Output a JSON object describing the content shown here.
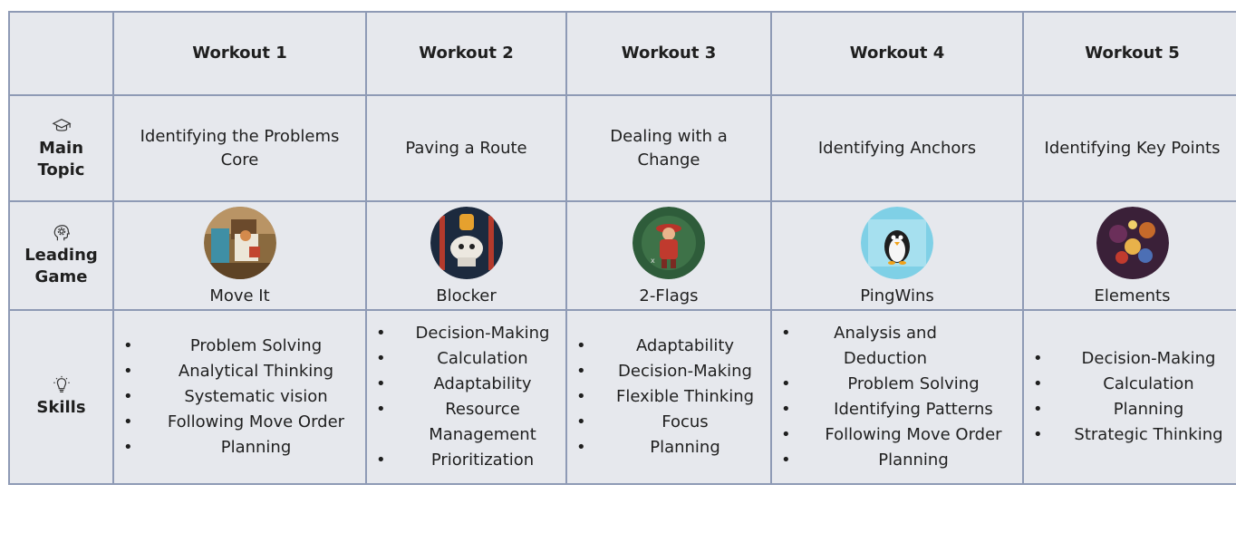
{
  "columns": [
    "",
    "Workout 1",
    "Workout 2",
    "Workout 3",
    "Workout 4",
    "Workout 5"
  ],
  "rows": {
    "main_topic": {
      "label_line1": "Main",
      "label_line2": "Topic",
      "icon": "graduation-cap-icon",
      "cells": [
        "Identifying the Problems Core",
        "Paving a Route",
        "Dealing with a Change",
        "Identifying Anchors",
        "Identifying Key Points"
      ]
    },
    "leading_game": {
      "label_line1": "Leading",
      "label_line2": "Game",
      "icon": "brain-gear-icon",
      "cells": [
        "Move It",
        "Blocker",
        "2-Flags",
        "PingWins",
        "Elements"
      ]
    },
    "skills": {
      "label": "Skills",
      "icon": "lightbulb-icon",
      "cells": [
        [
          "Problem Solving",
          "Analytical Thinking",
          "Systematic vision",
          "Following Move Order",
          "Planning"
        ],
        [
          "Decision-Making",
          "Calculation",
          "Adaptability",
          "Resource Management",
          "Prioritization"
        ],
        [
          "Adaptability",
          "Decision-Making",
          "Flexible Thinking",
          "Focus",
          "Planning"
        ],
        [
          "Analysis and Deduction",
          "Problem Solving",
          "Identifying Patterns",
          "Following Move Order",
          "Planning"
        ],
        [
          "Decision-Making",
          "Calculation",
          "Planning",
          "Strategic Thinking"
        ]
      ]
    }
  },
  "colors": {
    "border": "#8e9ab5",
    "cell_bg": "#e6e8ed"
  }
}
